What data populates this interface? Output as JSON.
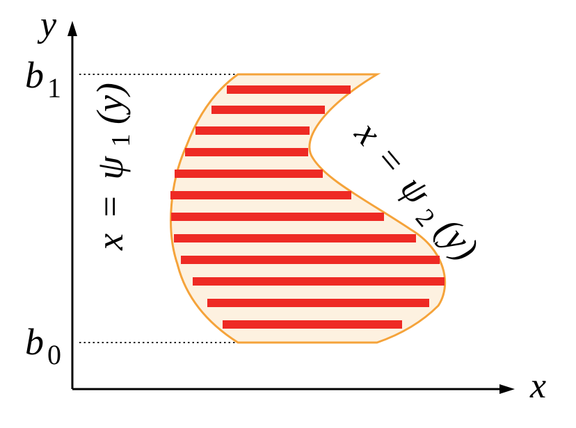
{
  "axes": {
    "x_label": "x",
    "y_label": "y"
  },
  "levels": {
    "top": {
      "base": "b",
      "sub": "1"
    },
    "bottom": {
      "base": "b",
      "sub": "0"
    }
  },
  "curves": {
    "left": {
      "lhs": "x",
      "eq": "=",
      "fn": "ψ",
      "sub": "1",
      "arg": "(y)"
    },
    "right": {
      "lhs": "x",
      "eq": "=",
      "fn": "ψ",
      "sub": "2",
      "arg": "(y)"
    }
  },
  "colors": {
    "region_fill": "#fdf1e0",
    "region_stroke": "#f5a33a",
    "strip": "#ee2a24",
    "axis": "#000000"
  }
}
